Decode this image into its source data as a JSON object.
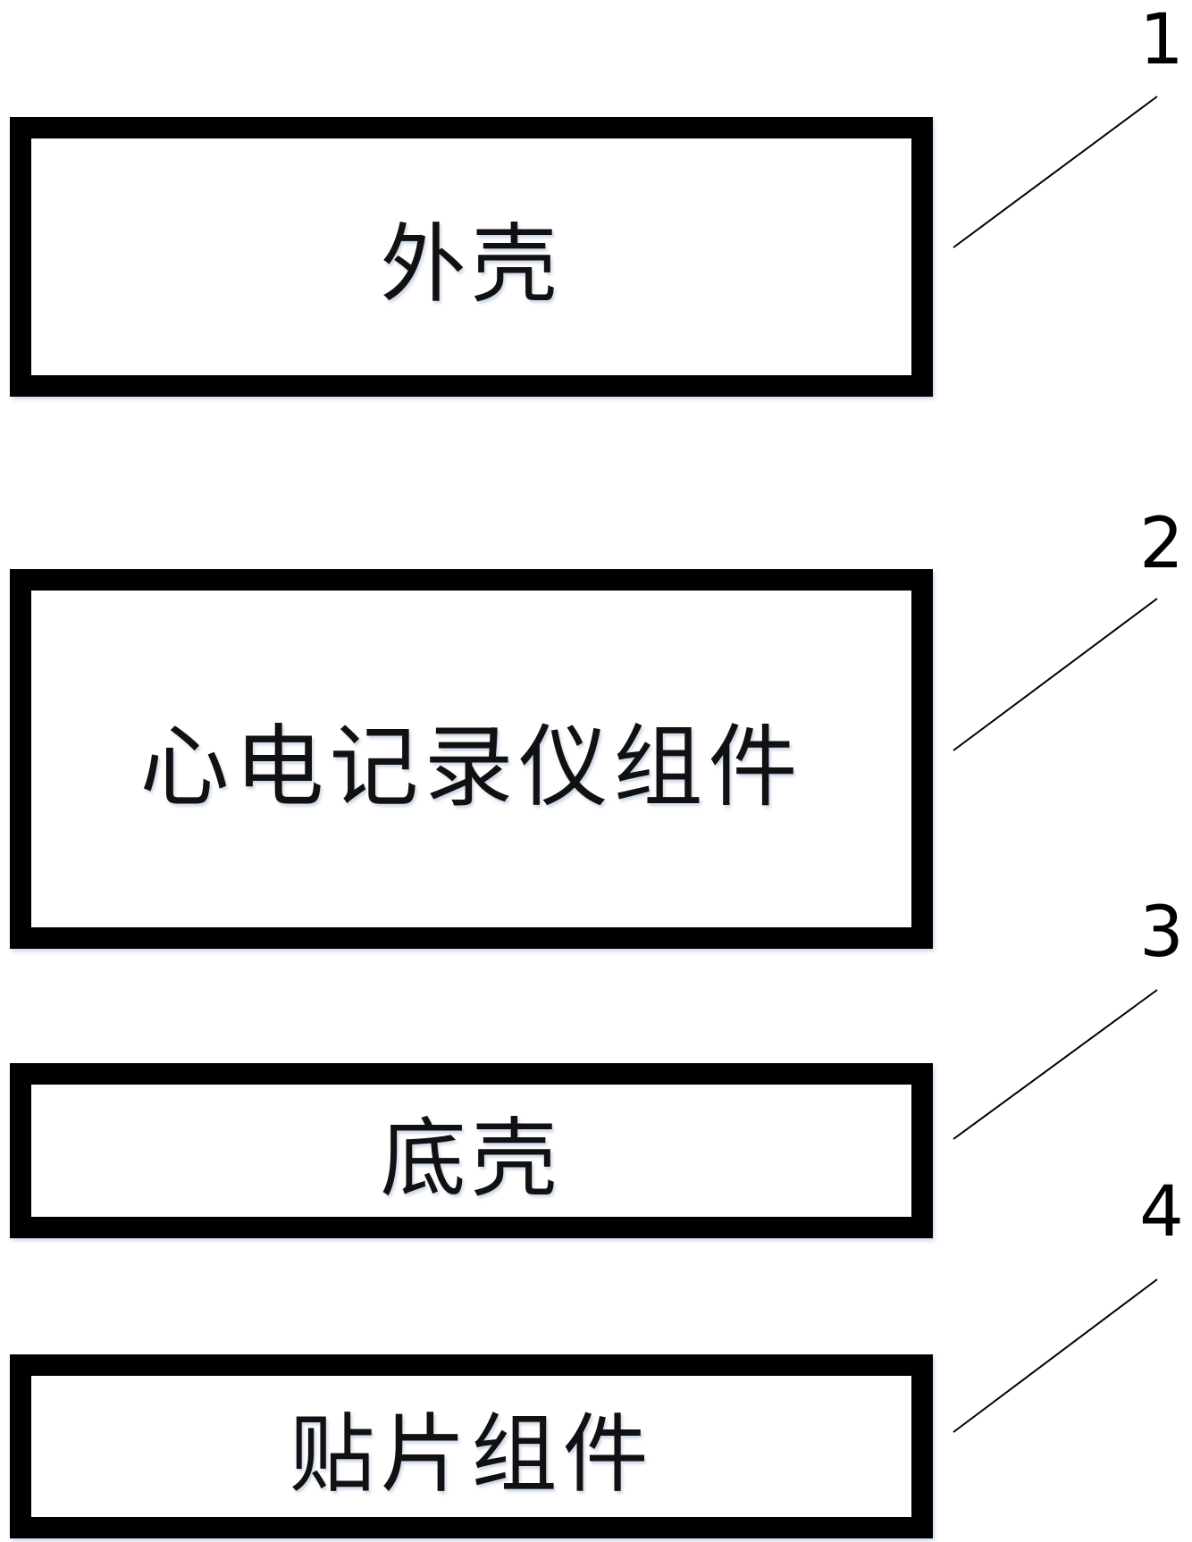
{
  "diagram": {
    "blocks": [
      {
        "label": "外壳",
        "ref": "1"
      },
      {
        "label": "心电记录仪组件",
        "ref": "2"
      },
      {
        "label": "底壳",
        "ref": "3"
      },
      {
        "label": "贴片组件",
        "ref": "4"
      }
    ],
    "colors": {
      "border": "#000000",
      "background": "#ffffff",
      "leader_line": "#000000"
    }
  }
}
